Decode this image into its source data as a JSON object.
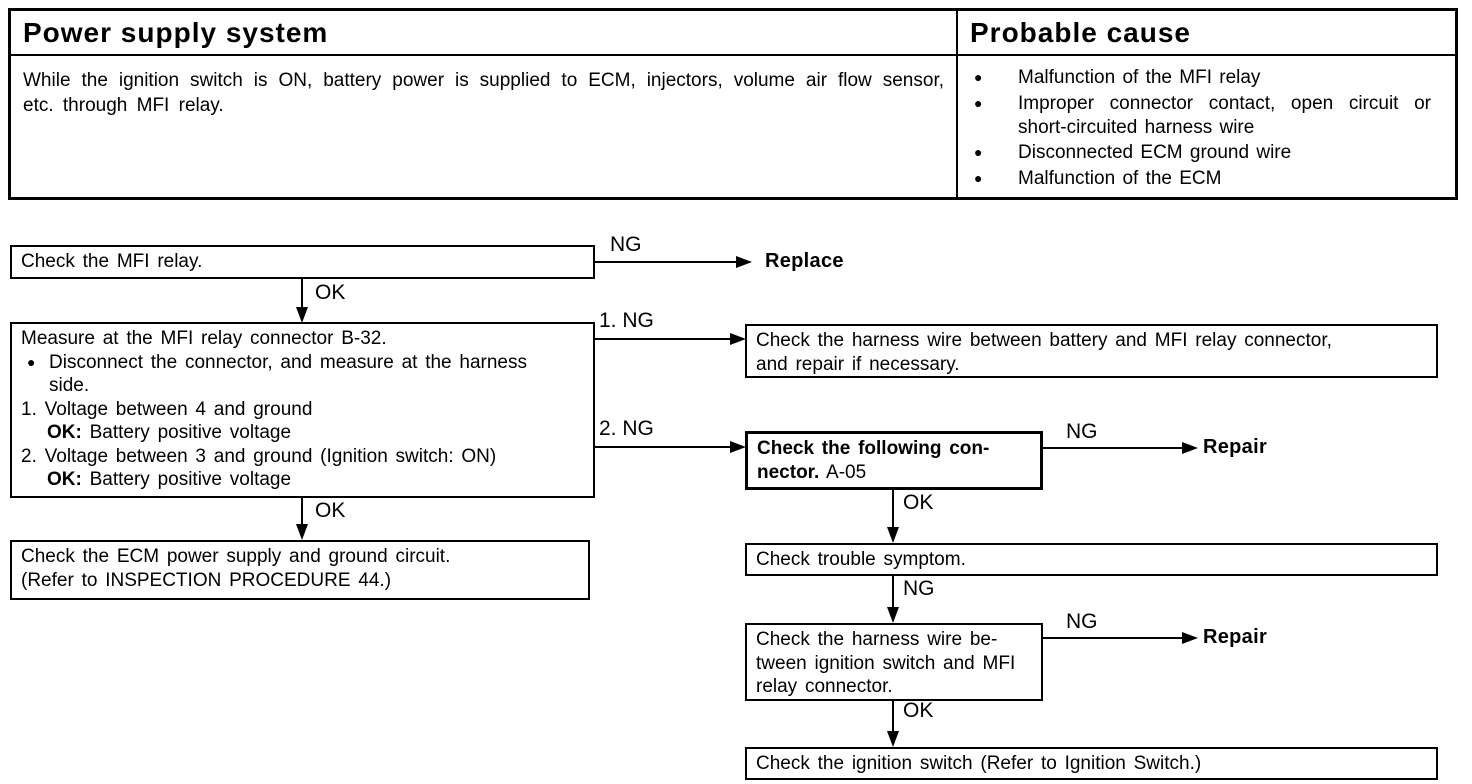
{
  "page": {
    "title_left": "Power supply system",
    "title_right": "Probable cause",
    "description": "While the ignition switch is ON, battery power is supplied to ECM, injectors, volume air flow sensor, etc. through MFI relay.",
    "probable_causes": [
      "Malfunction of the MFI relay",
      "Improper connector contact, open circuit or short-circuited harness wire",
      "Disconnected ECM ground wire",
      "Malfunction of the ECM"
    ],
    "bullet_glyph": "●"
  },
  "flowchart": {
    "check_relay": {
      "text": "Check the MFI relay.",
      "ng_label": "NG",
      "ng_action": "Replace",
      "ok_label": "OK"
    },
    "measure_box": {
      "title": "Measure at the MFI relay connector B-32.",
      "bullet_lines": [
        "Disconnect the connector, and measure at the harness",
        "side."
      ],
      "item1": "1. Voltage between 4 and ground",
      "item1_ok": {
        "key": "OK:",
        "val": "Battery positive voltage"
      },
      "item2": "2. Voltage between 3 and ground (Ignition switch: ON)",
      "item2_ok": {
        "key": "OK:",
        "val": "Battery positive voltage"
      },
      "ng1_label": "1. NG",
      "ng2_label": "2. NG",
      "ok_label": "OK"
    },
    "harness_battery": {
      "lines": [
        "Check the harness wire between battery and MFI relay connector,",
        "and repair if necessary."
      ]
    },
    "check_connector": {
      "line1_bold": "Check the following con-",
      "line2_bold": "nector.",
      "code": "A-05",
      "ng_label": "NG",
      "ng_action": "Repair",
      "ok_label": "OK"
    },
    "trouble_symptom": {
      "text": "Check trouble symptom.",
      "ng_label": "NG"
    },
    "harness_ignition": {
      "lines": [
        "Check the harness wire be-",
        "tween ignition switch and MFI",
        "relay connector."
      ],
      "ng_label": "NG",
      "ng_action": "Repair",
      "ok_label": "OK"
    },
    "ignition_switch": {
      "text": "Check the ignition switch (Refer to Ignition Switch.)"
    },
    "ecm_power": {
      "lines": [
        "Check the ECM power supply and ground circuit.",
        "(Refer to INSPECTION PROCEDURE 44.)"
      ]
    }
  }
}
